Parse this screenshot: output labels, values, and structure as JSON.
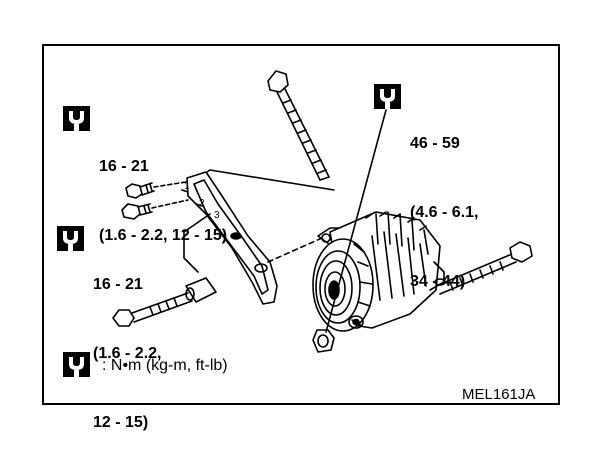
{
  "torque_specs": [
    {
      "id": "upper-bolt",
      "lines": [
        "16 - 21",
        "(1.6 - 2.2, 12 - 15)"
      ]
    },
    {
      "id": "lower-bolt",
      "lines": [
        "16 - 21",
        "(1.6 - 2.2,",
        "12 - 15)"
      ]
    },
    {
      "id": "through-bolt",
      "lines": [
        "46 - 59",
        "(4.6 - 6.1,",
        "34 - 44)"
      ]
    }
  ],
  "callout_numbers": [
    "1",
    "2",
    "3"
  ],
  "legend": {
    "units": ": N•m (kg-m, ft-lb)"
  },
  "figure_code": "MEL161JA",
  "icons": {
    "torque": "wrench-icon"
  }
}
